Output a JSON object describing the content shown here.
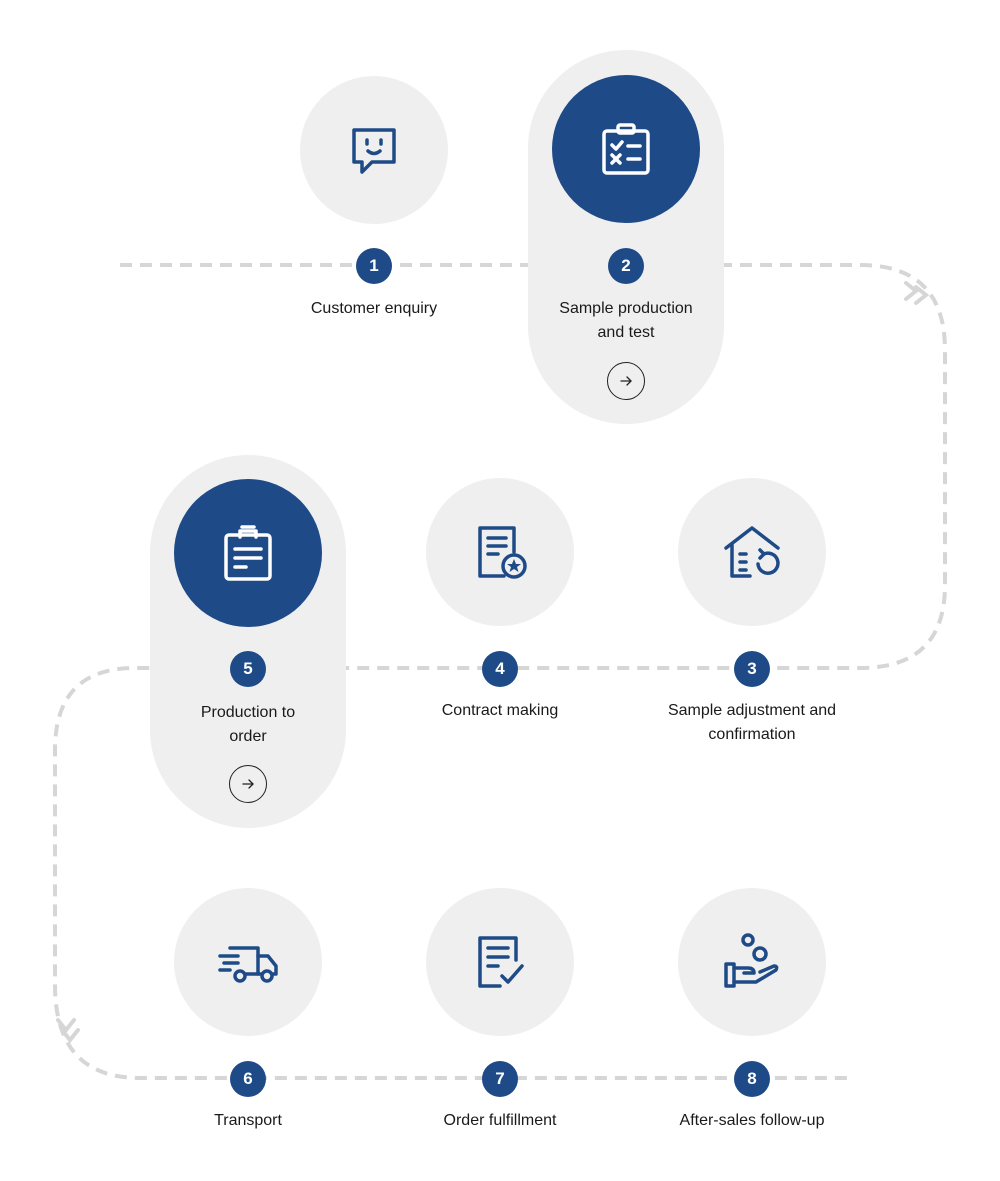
{
  "colors": {
    "accent": "#1e4b87",
    "inactive_circle": "#efefef",
    "path_dash": "#d6d6d6"
  },
  "steps": [
    {
      "number": "1",
      "lines": [
        "Customer enquiry"
      ],
      "icon": "chat-smile-icon",
      "active": false
    },
    {
      "number": "2",
      "lines": [
        "Sample production",
        "and test"
      ],
      "icon": "clipboard-checklist-icon",
      "active": true,
      "has_link": true
    },
    {
      "number": "3",
      "lines": [
        "Sample adjustment and",
        "confirmation"
      ],
      "icon": "house-refresh-icon",
      "active": false
    },
    {
      "number": "4",
      "lines": [
        "Contract making"
      ],
      "icon": "document-star-icon",
      "active": false
    },
    {
      "number": "5",
      "lines": [
        "Production to",
        "order"
      ],
      "icon": "clipboard-document-icon",
      "active": true,
      "has_link": true
    },
    {
      "number": "6",
      "lines": [
        "Transport"
      ],
      "icon": "delivery-truck-icon",
      "active": false
    },
    {
      "number": "7",
      "lines": [
        "Order fulfillment"
      ],
      "icon": "document-check-icon",
      "active": false
    },
    {
      "number": "8",
      "lines": [
        "After-sales follow-up"
      ],
      "icon": "hand-coins-icon",
      "active": false
    }
  ]
}
